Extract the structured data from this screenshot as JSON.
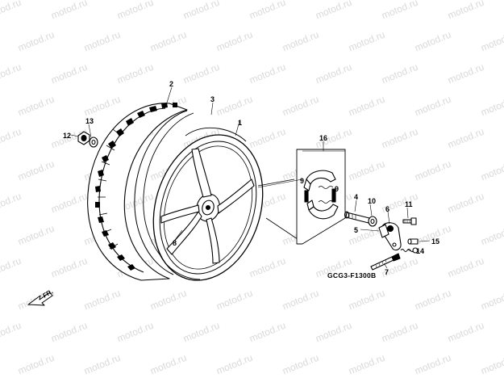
{
  "watermark": "motod.ru",
  "diagram_code": "GCG3-F1300B",
  "direction_label": "FR.",
  "callouts": {
    "c1": "1",
    "c2": "2",
    "c3": "3",
    "c4": "4",
    "c5": "5",
    "c6": "6",
    "c7": "7",
    "c8": "8",
    "c9a": "9",
    "c9b": "9",
    "c10": "10",
    "c11": "11",
    "c12": "12",
    "c13": "13",
    "c14": "14",
    "c15": "15",
    "c16": "16"
  }
}
